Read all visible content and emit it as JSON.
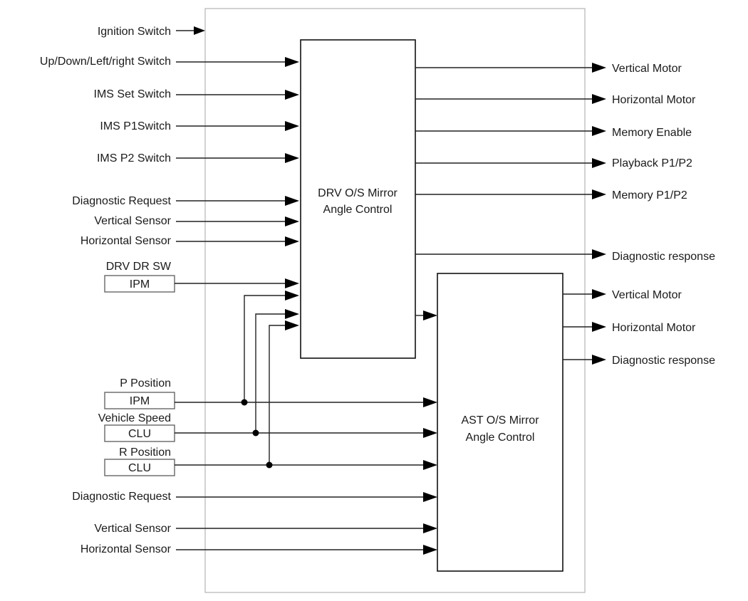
{
  "blocks": {
    "drv": {
      "line1": "DRV O/S Mirror",
      "line2": "Angle Control"
    },
    "ast": {
      "line1": "AST O/S Mirror",
      "line2": "Angle Control"
    }
  },
  "inputs": {
    "ignition": "Ignition Switch",
    "drv": [
      "Up/Down/Left/right Switch",
      "IMS Set Switch",
      "IMS P1Switch",
      "IMS P2 Switch",
      "Diagnostic Request",
      "Vertical Sensor",
      "Horizontal Sensor"
    ],
    "drv_door_switch": {
      "label": "DRV DR SW",
      "source": "IPM"
    },
    "shared": [
      {
        "label": "P Position",
        "source": "IPM"
      },
      {
        "label": "Vehicle Speed",
        "source": "CLU"
      },
      {
        "label": "R Position",
        "source": "CLU"
      }
    ],
    "ast": [
      "Diagnostic Request",
      "Vertical Sensor",
      "Horizontal Sensor"
    ]
  },
  "outputs": {
    "drv": [
      "Vertical Motor",
      "Horizontal Motor",
      "Memory Enable",
      "Playback P1/P2",
      "Memory P1/P2",
      "Diagnostic response"
    ],
    "ast": [
      "Vertical Motor",
      "Horizontal Motor",
      "Diagnostic response"
    ]
  }
}
